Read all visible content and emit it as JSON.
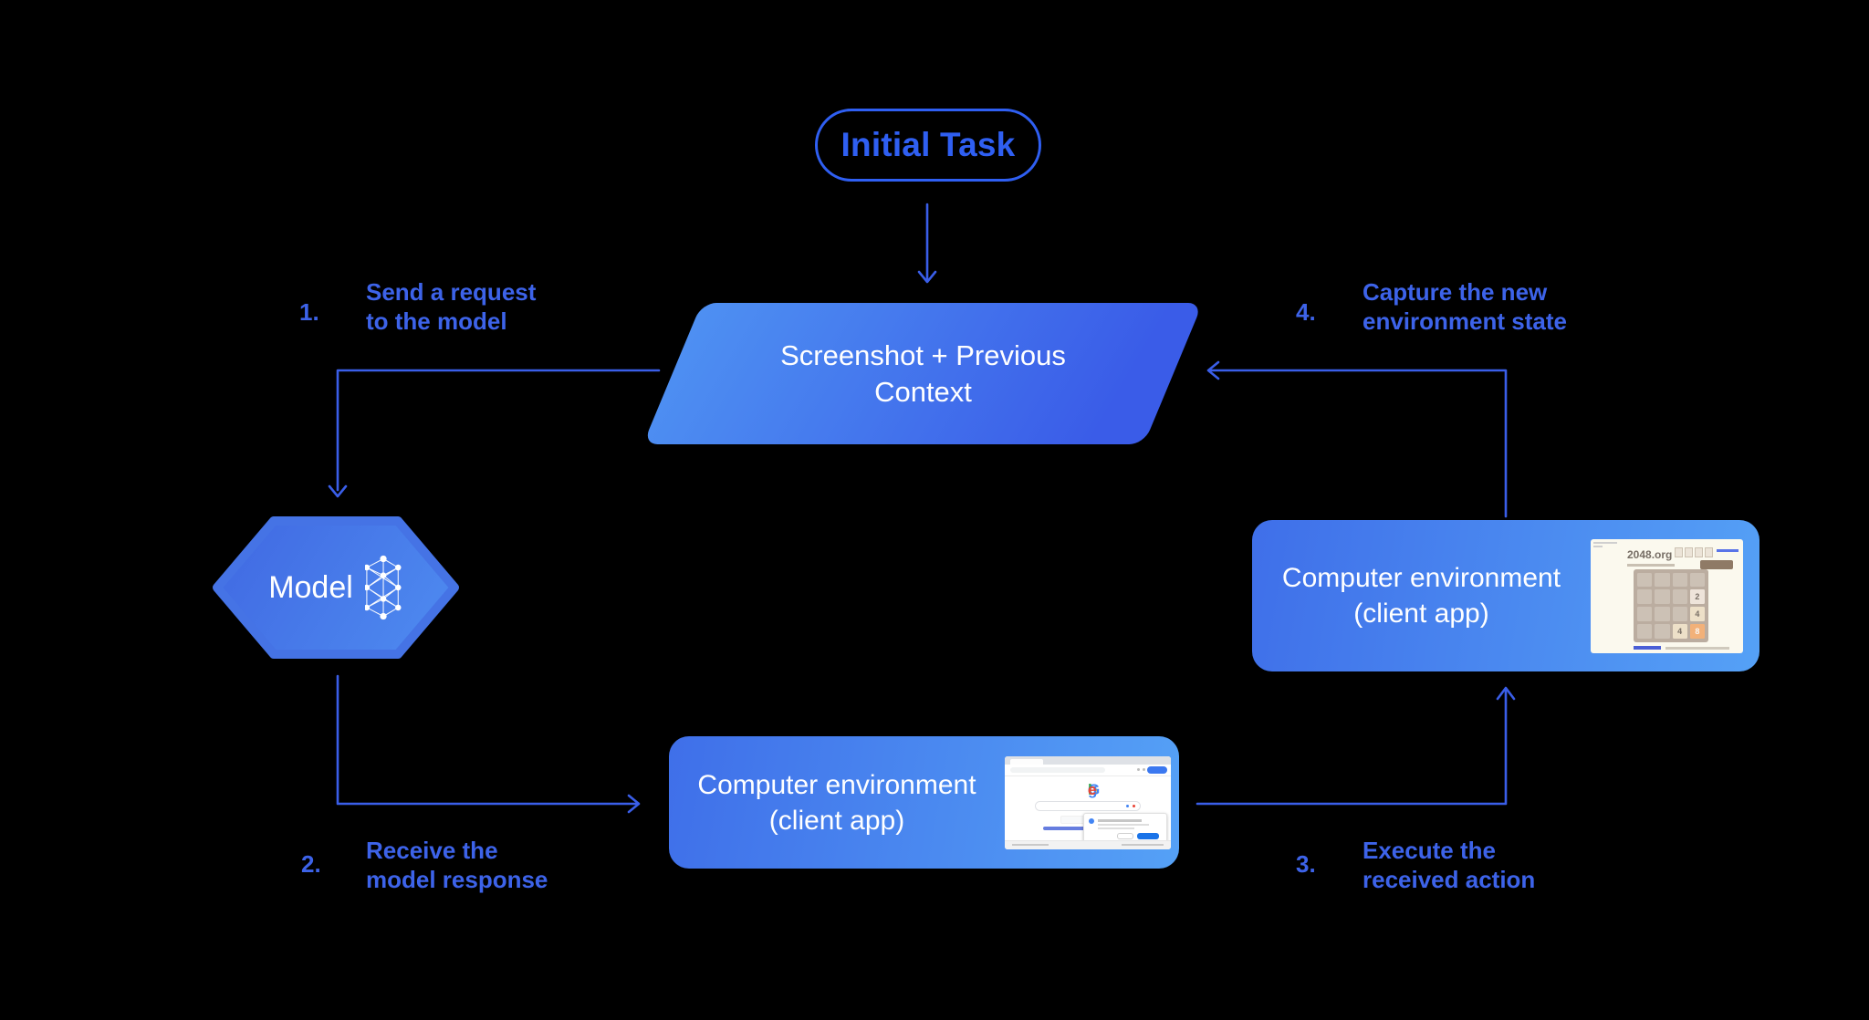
{
  "nodes": {
    "initial_task": "Initial Task",
    "screenshot_context": {
      "line1": "Screenshot + Previous",
      "line2": "Context"
    },
    "model": "Model",
    "env_bottom": {
      "line1": "Computer environment",
      "line2": "(client app)"
    },
    "env_right": {
      "line1": "Computer environment",
      "line2": "(client app)"
    }
  },
  "steps": [
    {
      "num": "1.",
      "line1": "Send a request",
      "line2": "to the model"
    },
    {
      "num": "2.",
      "line1": "Receive the",
      "line2": "model response"
    },
    {
      "num": "3.",
      "line1": "Execute the",
      "line2": "received action"
    },
    {
      "num": "4.",
      "line1": "Capture the new",
      "line2": "environment state"
    }
  ],
  "thumbnails": {
    "google": {
      "letters": [
        {
          "ch": "G",
          "color": "#4285F4"
        },
        {
          "ch": "o",
          "color": "#EA4335"
        },
        {
          "ch": "o",
          "color": "#FBBC05"
        },
        {
          "ch": "g",
          "color": "#4285F4"
        },
        {
          "ch": "l",
          "color": "#34A853"
        },
        {
          "ch": "e",
          "color": "#EA4335"
        }
      ]
    },
    "game": {
      "site": "2048.org",
      "grid": [
        [
          "",
          "",
          "",
          ""
        ],
        [
          "",
          "",
          "",
          "2"
        ],
        [
          "",
          "",
          "",
          "4"
        ],
        [
          "",
          "",
          "4",
          "8"
        ]
      ],
      "tile_colors": {
        "2": "#eee4da",
        "4": "#ede0c8",
        "8": "#f2b179"
      },
      "tile_text_colors": {
        "2": "#776e65",
        "4": "#776e65",
        "8": "#f9f6f2"
      },
      "board_bg": "#bbada0",
      "cell_bg": "#ccc1b5"
    }
  },
  "colors": {
    "background": "#000000",
    "pill_blue": "#2f5ff2",
    "label_blue": "#3d63e9",
    "connector_blue": "#3a5ee8",
    "box_gradient_start": "#3f6fe9",
    "box_gradient_end": "#55a1f6",
    "parallelogram_light": "#4e90f2",
    "parallelogram_dark": "#3a5ce8",
    "hexagon_blue": "#4573e5"
  }
}
